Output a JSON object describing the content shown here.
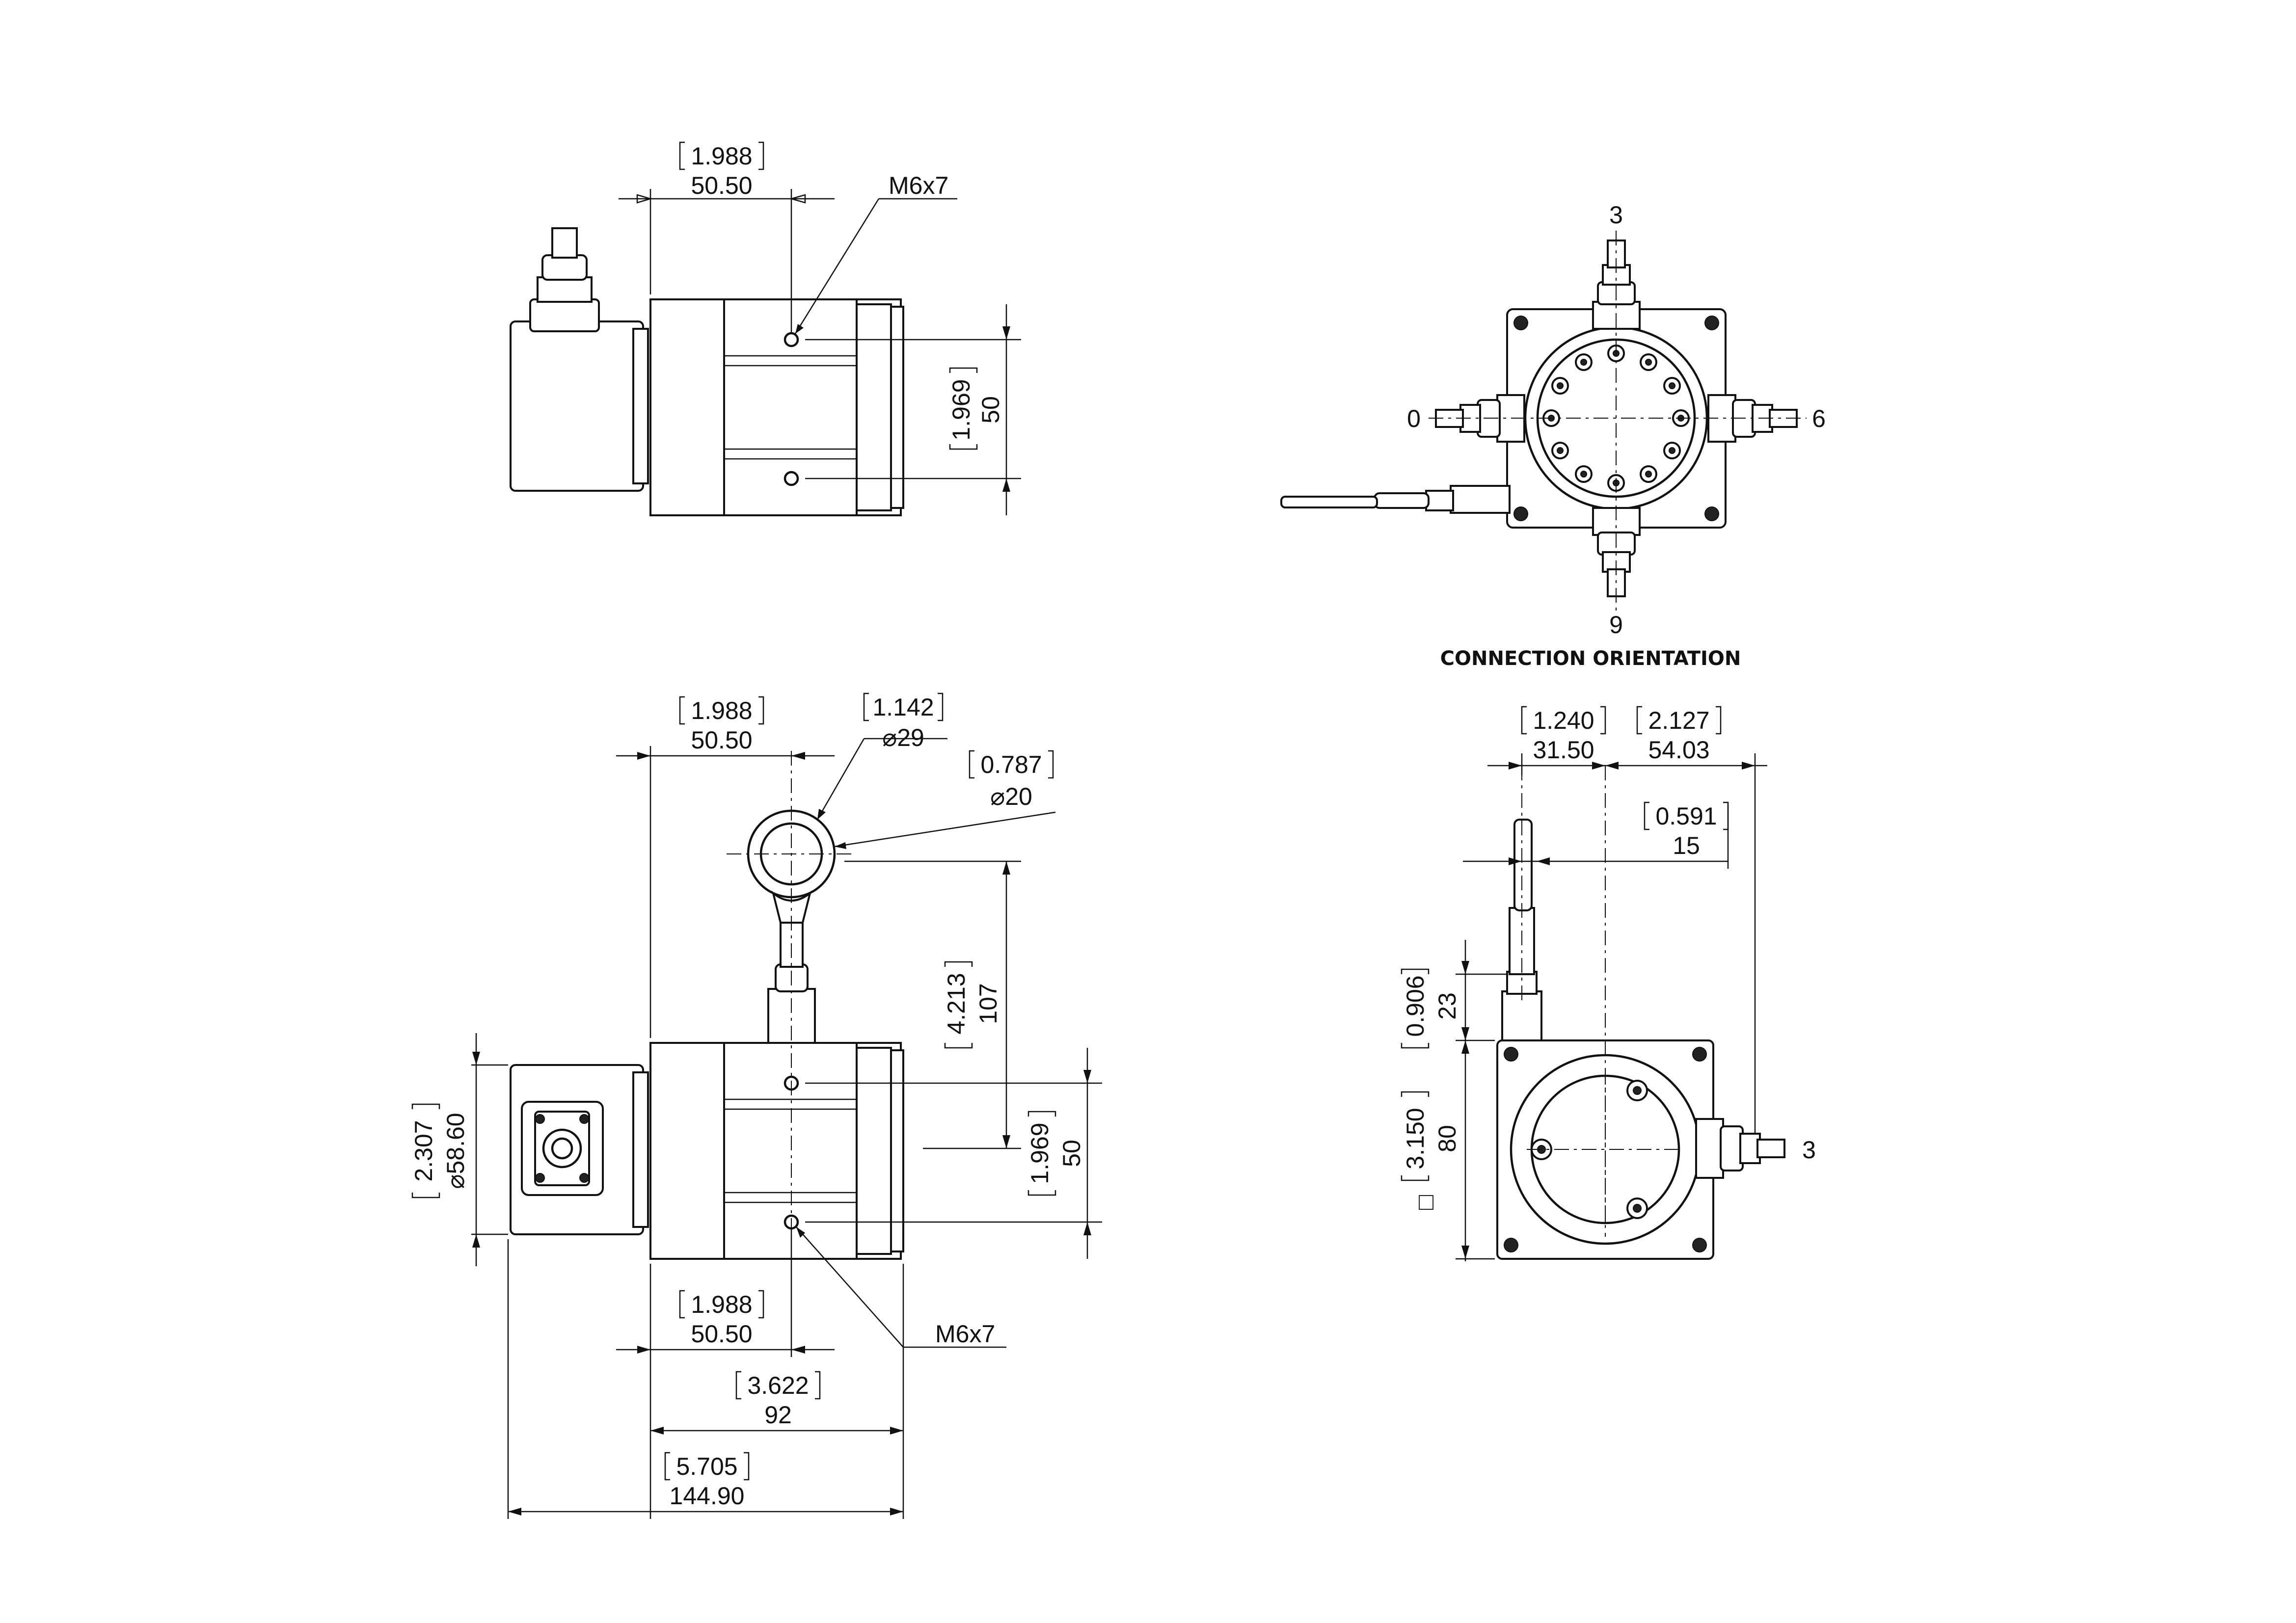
{
  "drawing": {
    "title": "CONNECTION ORIENTATION",
    "orientation_labels": {
      "top": "3",
      "left": "0",
      "right": "6",
      "bottom": "9"
    },
    "side_label": "3",
    "dimensions": {
      "top_view_width_in": "1.988",
      "top_view_width_mm": "50.50",
      "top_view_hole": "M6x7",
      "top_view_height_in": "1.969",
      "top_view_height_mm": "50",
      "front_width_in": "1.988",
      "front_width_mm": "50.50",
      "eye_outer_in": "1.142",
      "eye_outer_mm": "⌀29",
      "eye_inner_in": "0.787",
      "eye_inner_mm": "⌀20",
      "eye_height_in": "4.213",
      "eye_height_mm": "107",
      "front_height_in": "1.969",
      "front_height_mm": "50",
      "encoder_dia_in": "2.307",
      "encoder_dia_mm": "⌀58.60",
      "bottom_width_in": "1.988",
      "bottom_width_mm": "50.50",
      "bottom_hole": "M6x7",
      "body_length_in": "3.622",
      "body_length_mm": "92",
      "total_length_in": "5.705",
      "total_length_mm": "144.90",
      "side_left_in": "1.240",
      "side_left_mm": "31.50",
      "side_right_in": "2.127",
      "side_right_mm": "54.03",
      "side_offset_in": "0.591",
      "side_offset_mm": "15",
      "side_stub_in": "0.906",
      "side_stub_mm": "23",
      "side_square_in": "3.150",
      "side_square_mm": "80",
      "side_square_symbol": "□"
    }
  }
}
